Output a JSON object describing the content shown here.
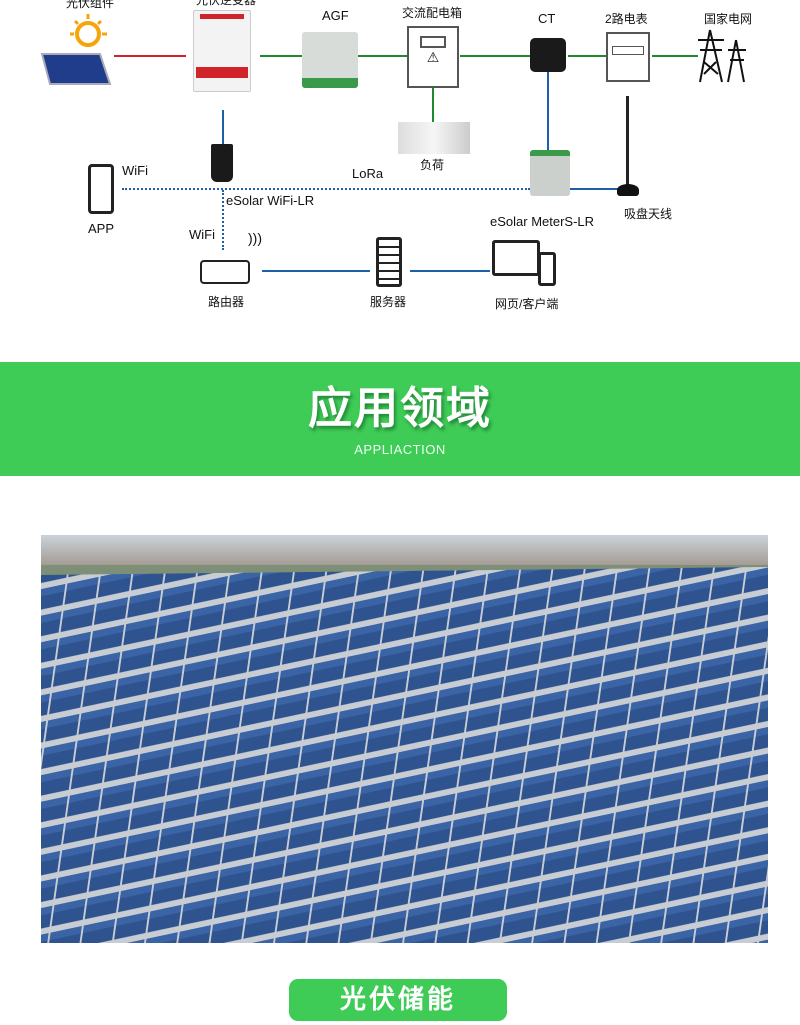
{
  "diagram": {
    "pv_module": "光伏组件",
    "inverter": "光伏逆变器",
    "agf": "AGF",
    "ac_box": "交流配电箱",
    "ct": "CT",
    "meter": "2路电表",
    "grid": "国家电网",
    "load": "负荷",
    "wifi1": "WiFi",
    "lora": "LoRa",
    "app": "APP",
    "wifi_lr": "eSolar WiFi-LR",
    "meter_lr": "eSolar MeterS-LR",
    "antenna": "吸盘天线",
    "wifi2": "WiFi",
    "router": "路由器",
    "server": "服务器",
    "web_client": "网页/客户端"
  },
  "banner": {
    "title": "应用领域",
    "subtitle": "APPLIACTION"
  },
  "section_button": "光伏储能",
  "colors": {
    "accent": "#3ecb56",
    "dc_line": "#d0242a",
    "ac_line": "#1e8a2e",
    "comm_line": "#1f5fa8"
  }
}
